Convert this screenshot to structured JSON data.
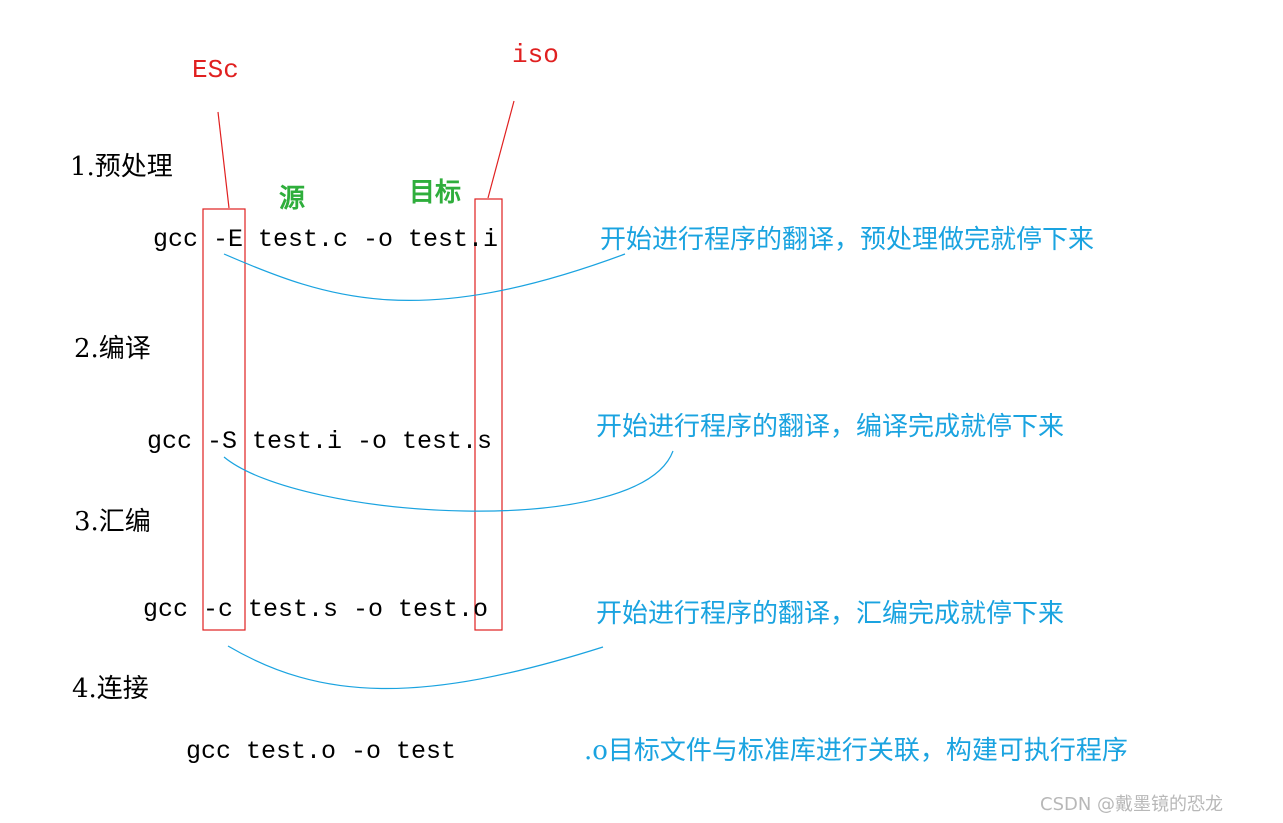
{
  "labels": {
    "esc": "ESc",
    "iso": "iso",
    "source": "源",
    "target": "目标"
  },
  "steps": [
    {
      "title": "1.预处理",
      "command": "gcc -E test.c -o test.i",
      "description": "开始进行程序的翻译，预处理做完就停下来"
    },
    {
      "title": "2.编译",
      "command": "gcc -S test.i -o test.s",
      "description": "开始进行程序的翻译，编译完成就停下来"
    },
    {
      "title": "3.汇编",
      "command": "gcc -c test.s -o test.o",
      "description": "开始进行程序的翻译，汇编完成就停下来"
    },
    {
      "title": "4.连接",
      "command": "gcc test.o -o test",
      "description": ".o目标文件与标准库进行关联，构建可执行程序"
    }
  ],
  "watermark": "CSDN @戴墨镜的恐龙",
  "colors": {
    "red": "#e02020",
    "green": "#2fae3c",
    "blue": "#1aa3e0"
  }
}
